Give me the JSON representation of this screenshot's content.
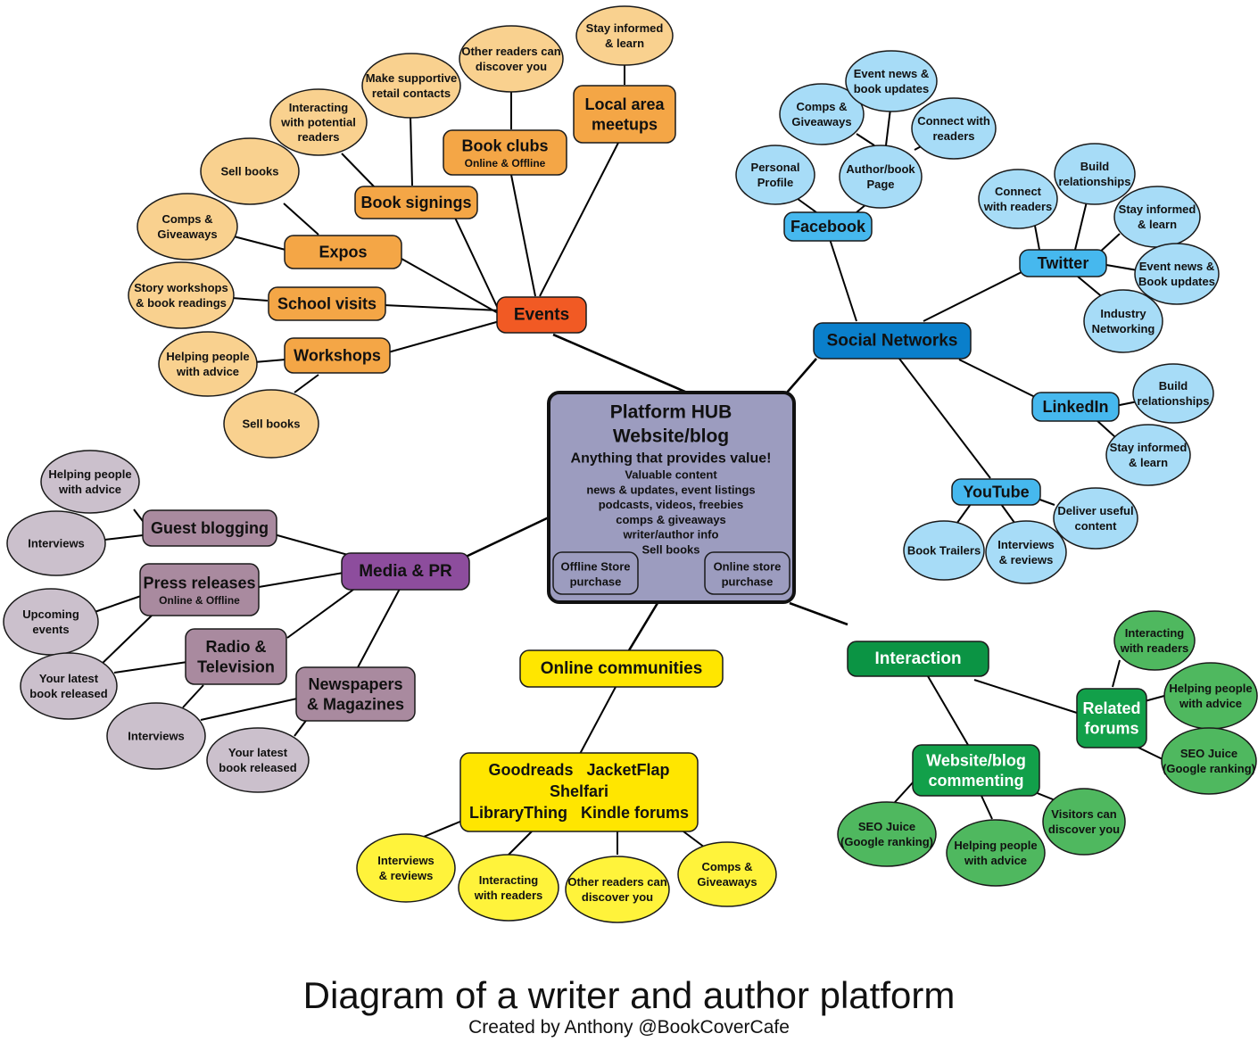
{
  "title": "Diagram of a writer and author platform",
  "credit": "Created by Anthony @BookCoverCafe",
  "colors": {
    "events_main": "#f15a24",
    "events_box": "#f4a646",
    "events_bubble": "#f9d18f",
    "social_main": "#0a7fcb",
    "social_box": "#46b8ee",
    "social_bubble": "#a7dcf7",
    "media_main": "#8d4d9d",
    "media_box": "#a98a9f",
    "media_bubble": "#cbc0cc",
    "online_main": "#ffe600",
    "online_bubble": "#fff33b",
    "interaction_main": "#0b9444",
    "interaction_box": "#12a04a",
    "interaction_bubble": "#4fb85f",
    "hub": "#9c9cbf"
  },
  "hub": {
    "title1": "Platform HUB",
    "title2": "Website/blog",
    "subtitle": "Anything that provides value!",
    "lines": [
      "Valuable content",
      "news & updates, event listings",
      "podcasts, videos, freebies",
      "comps & giveaways",
      "writer/author info",
      "Sell books"
    ],
    "offline": [
      "Offline Store",
      "purchase"
    ],
    "online": [
      "Online store",
      "purchase"
    ]
  },
  "events": {
    "label": "Events",
    "book_signings": "Book signings",
    "book_clubs": "Book clubs",
    "book_clubs_sub": "Online & Offline",
    "local_meetups": [
      "Local area",
      "meetups"
    ],
    "expos": "Expos",
    "school_visits": "School visits",
    "workshops": "Workshops",
    "b_stay": [
      "Stay informed",
      "& learn"
    ],
    "b_other": [
      "Other readers can",
      "discover you"
    ],
    "b_supportive": [
      "Make supportive",
      "retail contacts"
    ],
    "b_interacting": [
      "Interacting",
      "with potential",
      "readers"
    ],
    "b_sell1": [
      "Sell books"
    ],
    "b_comps": [
      "Comps &",
      "Giveaways"
    ],
    "b_story": [
      "Story workshops",
      "& book readings"
    ],
    "b_helping": [
      "Helping people",
      "with advice"
    ],
    "b_sell2": [
      "Sell books"
    ]
  },
  "social": {
    "label": "Social Networks",
    "facebook": "Facebook",
    "twitter": "Twitter",
    "linkedin": "LinkedIn",
    "youtube": "YouTube",
    "fb_personal": [
      "Personal",
      "Profile"
    ],
    "fb_comps": [
      "Comps &",
      "Giveaways"
    ],
    "fb_event": [
      "Event news &",
      "book updates"
    ],
    "fb_connect": [
      "Connect with",
      "readers"
    ],
    "fb_page": [
      "Author/book",
      "Page"
    ],
    "tw_connect": [
      "Connect",
      "with readers"
    ],
    "tw_build": [
      "Build",
      "relationships"
    ],
    "tw_stay": [
      "Stay informed",
      "& learn"
    ],
    "tw_event": [
      "Event news &",
      "Book updates"
    ],
    "tw_industry": [
      "Industry",
      "Networking"
    ],
    "li_build": [
      "Build",
      "relationships"
    ],
    "li_stay": [
      "Stay informed",
      "& learn"
    ],
    "yt_deliver": [
      "Deliver useful",
      "content"
    ],
    "yt_trailers": [
      "Book Trailers"
    ],
    "yt_interviews": [
      "Interviews",
      "& reviews"
    ]
  },
  "media": {
    "label": "Media & PR",
    "guest": "Guest blogging",
    "press": "Press releases",
    "press_sub": "Online & Offline",
    "radio": [
      "Radio &",
      "Television"
    ],
    "news": [
      "Newspapers",
      "& Magazines"
    ],
    "b_helping": [
      "Helping people",
      "with advice"
    ],
    "b_interviews1": [
      "Interviews"
    ],
    "b_upcoming": [
      "Upcoming",
      "events"
    ],
    "b_latest1": [
      "Your latest",
      "book released"
    ],
    "b_interviews2": [
      "Interviews"
    ],
    "b_latest2": [
      "Your latest",
      "book released"
    ]
  },
  "online": {
    "label": "Online communities",
    "communities": [
      "Goodreads   JacketFlap",
      "Shelfari",
      "LibraryThing   Kindle forums"
    ],
    "b_interviews": [
      "Interviews",
      "& reviews"
    ],
    "b_interacting": [
      "Interacting",
      "with readers"
    ],
    "b_other": [
      "Other readers can",
      "discover you"
    ],
    "b_comps": [
      "Comps &",
      "Giveaways"
    ]
  },
  "interaction": {
    "label": "Interaction",
    "related": [
      "Related",
      "forums"
    ],
    "commenting": [
      "Website/blog",
      "commenting"
    ],
    "b_interacting": [
      "Interacting",
      "with readers"
    ],
    "b_helping1": [
      "Helping people",
      "with advice"
    ],
    "b_seo1": [
      "SEO Juice",
      "(Google ranking)"
    ],
    "b_seo2": [
      "SEO Juice",
      "(Google ranking)"
    ],
    "b_helping2": [
      "Helping people",
      "with advice"
    ],
    "b_visitors": [
      "Visitors can",
      "discover you"
    ]
  }
}
